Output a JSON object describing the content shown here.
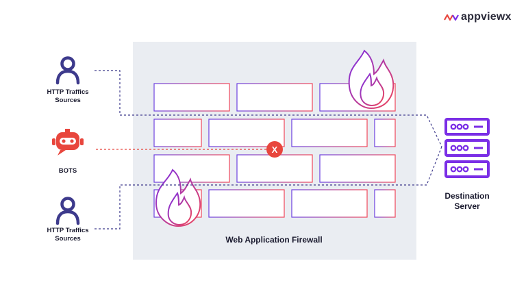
{
  "brand": {
    "name": "appviewx"
  },
  "sources": [
    {
      "label_line1": "HTTP Traffics",
      "label_line2": "Sources",
      "icon": "user-icon"
    },
    {
      "label_line1": "BOTS",
      "icon": "bot-icon"
    },
    {
      "label_line1": "HTTP Traffics",
      "label_line2": "Sources",
      "icon": "user-icon"
    }
  ],
  "firewall": {
    "label": "Web Application Firewall",
    "blocked_marker": "X"
  },
  "destination": {
    "label_line1": "Destination",
    "label_line2": "Server",
    "icon": "server-icon"
  },
  "colors": {
    "user": "#3d3a8c",
    "bot": "#e8463d",
    "panel": "#eaedf2",
    "flame_stroke": "#9b2fc9",
    "server": "#7a2ee6",
    "block_marker": "#e8463d"
  }
}
